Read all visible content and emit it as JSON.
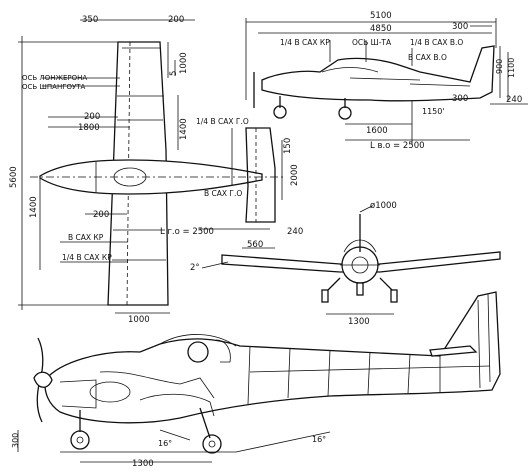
{
  "drawing": {
    "plan_view": {
      "dims": {
        "d350": "350",
        "d200_top": "200",
        "d1000_top": "1000",
        "d5": "5",
        "d200_mid": "200",
        "d1800": "1800",
        "d1400_h": "1400",
        "d5600": "5600",
        "d1400_v": "1400",
        "d200_low": "200",
        "d1000_bottom": "1000"
      },
      "labels": {
        "spar_axis": "ОСЬ ЛОНЖЕРОНА",
        "frame_axis": "ОСЬ ШПАНГОУТА",
        "mac_wing": "B САХ КР",
        "quarter_mac_wing": "1/4 B САХ КР"
      }
    },
    "htail_view": {
      "dims": {
        "d150": "150",
        "d2000": "2000",
        "d240": "240",
        "d560": "560"
      },
      "labels": {
        "quarter_mac_ho": "1/4 B САХ Г.О",
        "mac_ho": "B САХ Г.О",
        "l_ho": "L г.о = 2500"
      }
    },
    "side_view": {
      "dims": {
        "d5100": "5100",
        "d4850": "4850",
        "d300_top": "300",
        "d900": "900",
        "d1100": "1100",
        "d300_right": "300",
        "d240": "240",
        "d1150": "1150'",
        "d1600": "1600"
      },
      "labels": {
        "quarter_mac_wing": "1/4 B САХ КР",
        "frame_axis": "ОСЬ Ш-ТА",
        "quarter_mac_vt": "1/4 B САХ В.О",
        "mac_vt": "B САХ В.О",
        "l_vt": "L в.о = 2500"
      }
    },
    "front_view": {
      "dims": {
        "prop_dia": "ø1000",
        "track": "1300",
        "dihedral": "2°"
      }
    },
    "cutaway_view": {
      "dims": {
        "d300": "300",
        "d1300": "1300",
        "angle16_left": "16°",
        "angle16_right": "16°"
      }
    }
  }
}
